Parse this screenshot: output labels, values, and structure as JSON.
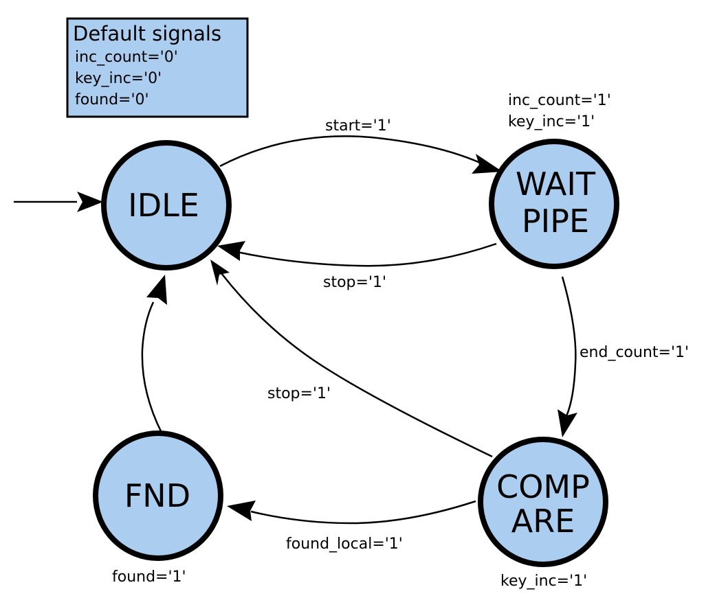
{
  "default_box": {
    "title": "Default signals",
    "lines": [
      "inc_count='0'",
      "key_inc='0'",
      "found='0'"
    ]
  },
  "states": {
    "idle": {
      "lines": [
        "IDLE"
      ]
    },
    "wait_pipe": {
      "lines": [
        "WAIT",
        "PIPE"
      ],
      "outputs": [
        "inc_count='1'",
        "key_inc='1'"
      ]
    },
    "compare": {
      "lines": [
        "COMP",
        "ARE"
      ],
      "outputs": [
        "key_inc='1'"
      ]
    },
    "fnd": {
      "lines": [
        "FND"
      ],
      "outputs": [
        "found='1'"
      ]
    }
  },
  "transitions": {
    "idle_to_wait": "start='1'",
    "wait_to_idle": "stop='1'",
    "wait_to_compare": "end_count='1'",
    "compare_to_idle": "stop='1'",
    "compare_to_fnd": "found_local='1'",
    "fnd_to_idle": ""
  },
  "colors": {
    "state_fill": "#abcdf0",
    "stroke": "#000000",
    "background": "#ffffff"
  }
}
